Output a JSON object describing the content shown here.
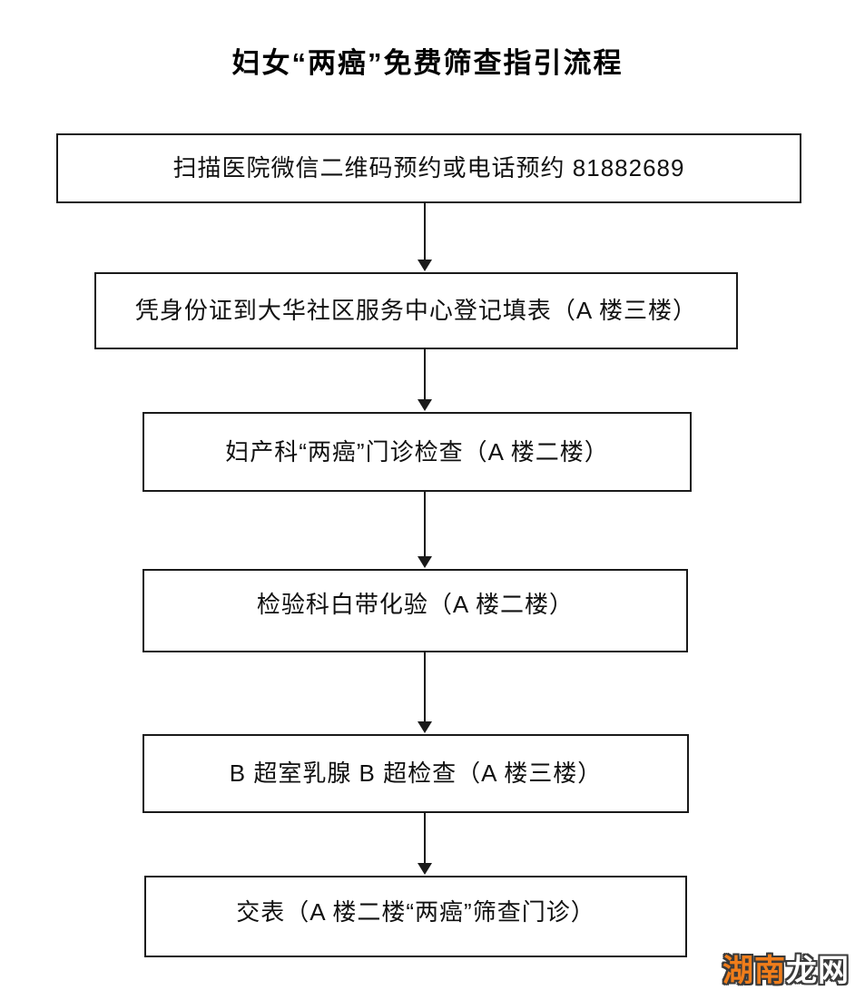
{
  "page": {
    "title": "妇女“两癌”免费筛查指引流程",
    "background_color": "#ffffff",
    "line_color": "#1a1a1a",
    "text_color": "#111111"
  },
  "flowchart": {
    "type": "vertical-flow",
    "direction": "top-to-bottom",
    "steps": [
      {
        "order": 1,
        "label": "扫描医院微信二维码预约或电话预约 81882689"
      },
      {
        "order": 2,
        "label": "凭身份证到大华社区服务中心登记填表（A 楼三楼）"
      },
      {
        "order": 3,
        "label": "妇产科“两癌”门诊检查（A 楼二楼）"
      },
      {
        "order": 4,
        "label": "检验科白带化验（A 楼二楼）"
      },
      {
        "order": 5,
        "label": "B 超室乳腺 B 超检查（A 楼三楼）"
      },
      {
        "order": 6,
        "label": "交表（A 楼二楼“两癌”筛查门诊）"
      }
    ],
    "phone_number": "81882689",
    "connectors": [
      "step1->step2",
      "step2->step3",
      "step3->step4",
      "step4->step5",
      "step5->step6"
    ]
  },
  "watermark": {
    "text": "湖南龙网",
    "part1": "湖南",
    "part2": "龙网",
    "part1_color": "#f07d1a",
    "part2_color": "#ffffff",
    "outline_color": "#3a3a3a"
  }
}
